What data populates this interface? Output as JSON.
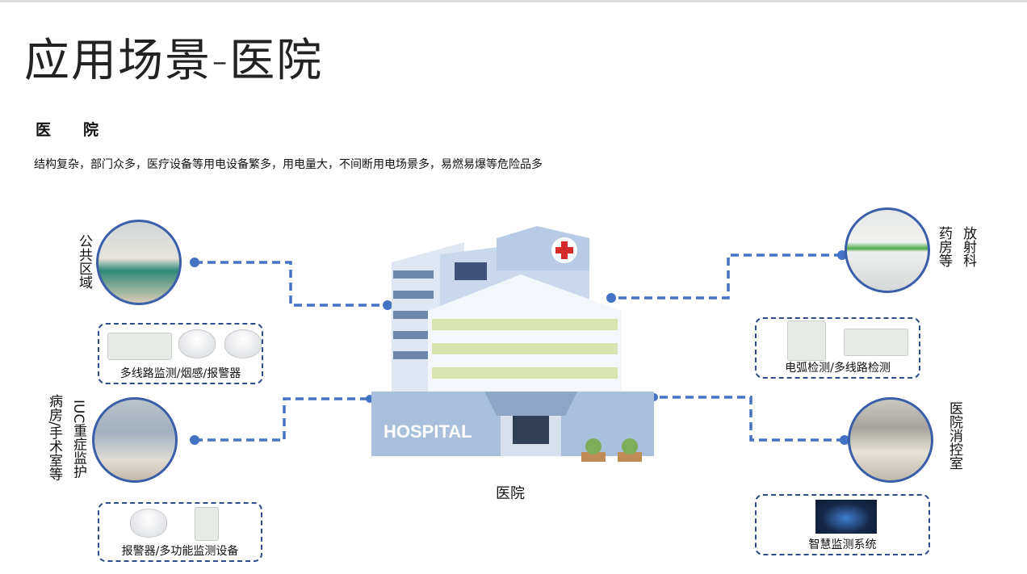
{
  "title": "应用场景-医院",
  "subheading": "医院",
  "description": "结构复杂，部门众多，医疗设备等用电设备繁多，用电量大，不间断用电场景多，易燃易爆等危险品多",
  "center": {
    "label": "医院",
    "sign": "HOSPITAL"
  },
  "scenes": {
    "public_area": {
      "label": "公共区域",
      "devices": "多线路监测/烟感/报警器"
    },
    "icu": {
      "label": "IUC重症监护",
      "label2": "病房/手术室等",
      "devices": "报警器/多功能监测设备"
    },
    "radiology": {
      "label": "放射科",
      "label2": "药房等",
      "devices": "电弧检测/多线路检测"
    },
    "control_room": {
      "label": "医院消控室",
      "devices": "智慧监测系统"
    }
  },
  "colors": {
    "accent": "#4472c4",
    "border": "#2f4b8a"
  }
}
